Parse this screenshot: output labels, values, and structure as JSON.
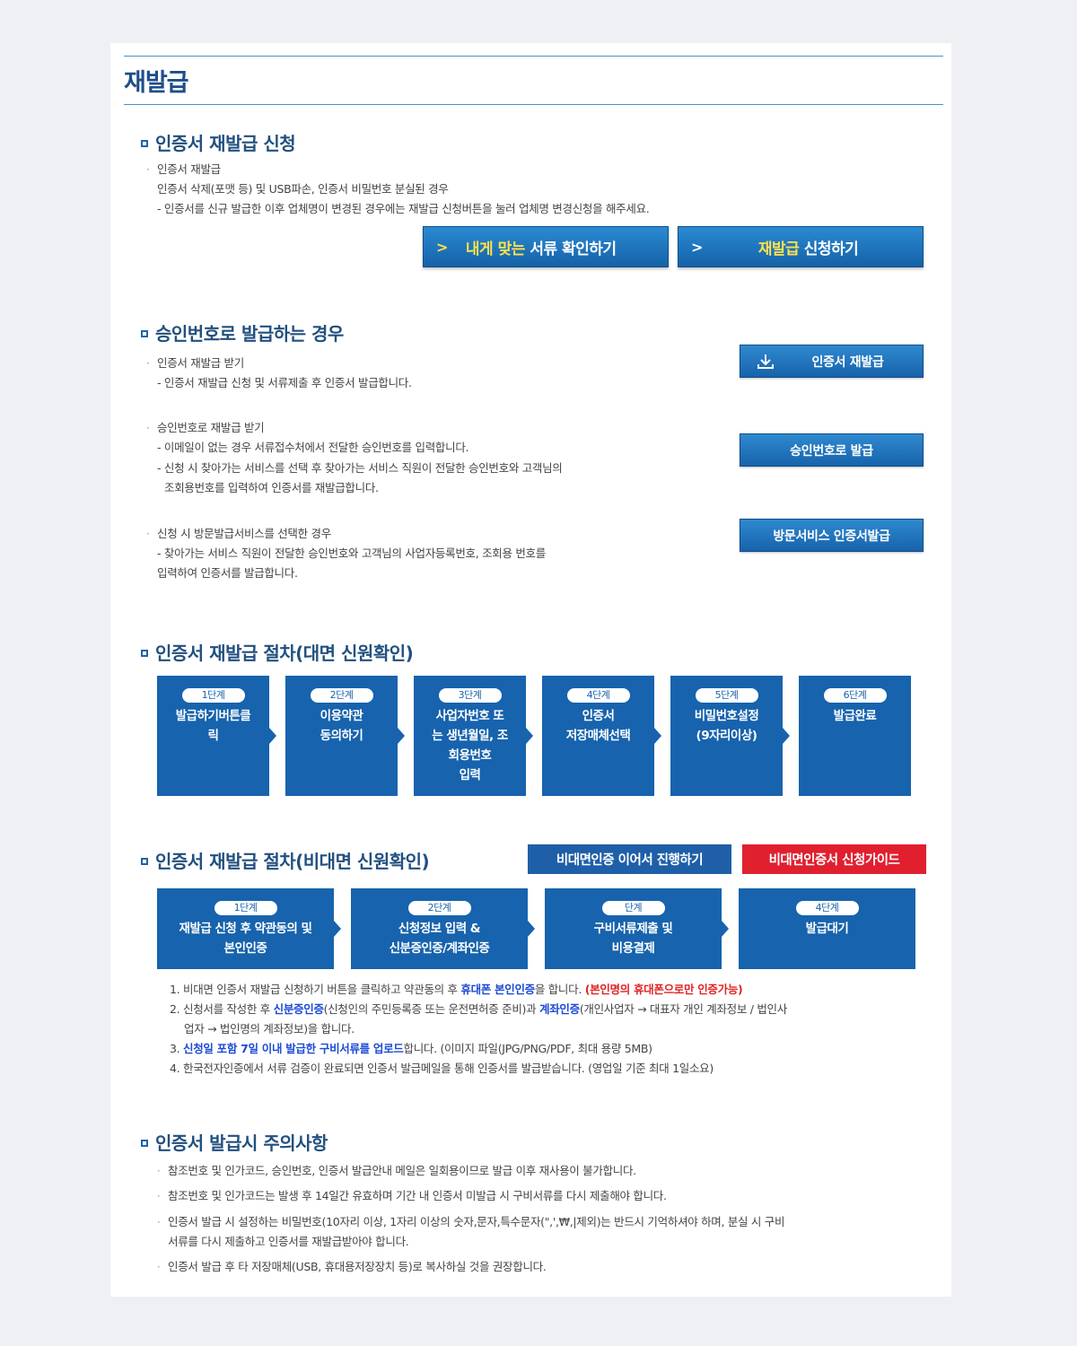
{
  "page_title": "재발급",
  "section1": {
    "title": "인증서 재발급 신청",
    "heading": "인증서 재발급",
    "line1": "인증서 삭제(포맷 등) 및 USB파손, 인증서 비밀번호 분실된 경우",
    "line2": "- 인증서를 신규 발급한 이후 업체명이 변경된 경우에는 재발급 신청버튼을 눌러 업체명 변경신청을 해주세요.",
    "btn_docs_hl": "내게 맞는",
    "btn_docs_rest": "서류 확인하기",
    "btn_apply_hl": "재발급",
    "btn_apply_rest": "신청하기"
  },
  "section2": {
    "title": "승인번호로 발급하는 경우",
    "item1_head": "인증서 재발급 받기",
    "item1_l1": "- 인증서 재발급 신청 및 서류제출 후 인증서 발급합니다.",
    "item1_btn": "인증서 재발급",
    "item2_head": "승인번호로 재발급 받기",
    "item2_l1": "- 이메일이 없는 경우 서류접수처에서 전달한 승인번호를 입력합니다.",
    "item2_l2": "- 신청 시 찾아가는 서비스를 선택 후 찾아가는 서비스 직원이 전달한 승인번호와 고객님의",
    "item2_l3": "조회용번호를 입력하여 인증서를 재발급합니다.",
    "item2_btn": "승인번호로 발급",
    "item3_head": "신청 시 방문발급서비스를 선택한 경우",
    "item3_l1": "- 찾아가는 서비스 직원이 전달한 승인번호와 고객님의 사업자등록번호, 조회용 번호를",
    "item3_l2": "입력하여 인증서를 발급합니다.",
    "item3_btn": "방문서비스 인증서발급"
  },
  "section3": {
    "title": "인증서 재발급 절차(대면 신원확인)",
    "steps": [
      {
        "label": "1단계",
        "l1": "발급하기버튼클",
        "l2": "릭",
        "l3": "",
        "l4": ""
      },
      {
        "label": "2단계",
        "l1": "이용약관",
        "l2": "동의하기",
        "l3": "",
        "l4": ""
      },
      {
        "label": "3단계",
        "l1": "사업자번호 또",
        "l2": "는 생년월일, 조",
        "l3": "회용번호",
        "l4": "입력"
      },
      {
        "label": "4단계",
        "l1": "인증서",
        "l2": "저장매체선택",
        "l3": "",
        "l4": ""
      },
      {
        "label": "5단계",
        "l1": "비밀번호설정",
        "l2": "(9자리이상)",
        "l3": "",
        "l4": ""
      },
      {
        "label": "6단계",
        "l1": "발급완료",
        "l2": "",
        "l3": "",
        "l4": ""
      }
    ]
  },
  "section4": {
    "title": "인증서 재발급 절차(비대면 신원확인)",
    "btn_continue": "비대면인증 이어서 진행하기",
    "btn_guide": "비대면인증서 신청가이드",
    "steps": [
      {
        "label": "1단계",
        "l1": "재발급 신청 후 약관동의 및",
        "l2": "본인인증"
      },
      {
        "label": "2단계",
        "l1": "신청정보 입력 &",
        "l2": "신분증인증/계좌인증"
      },
      {
        "label": "단계",
        "l1": "구비서류제출 및",
        "l2": "비용결제"
      },
      {
        "label": "4단계",
        "l1": "발급대기",
        "l2": ""
      }
    ],
    "n1_a": "1. 비대면 인증서 재발급 신청하기 버튼을 클릭하고 약관동의 후",
    "n1_b": "휴대폰 본인인증",
    "n1_c": "을 합니다.",
    "n1_d": "(본인명의 휴대폰으로만 인증가능)",
    "n2_a": "2. 신청서를 작성한 후",
    "n2_b": "신분증인증",
    "n2_c": "(신청인의 주민등록증 또는 운전면허증 준비)과",
    "n2_d": "계좌인증",
    "n2_e": "(개인사업자 → 대표자 개인 계좌정보 / 법인사",
    "n2_f": "업자 → 법인명의 계좌정보)을 합니다.",
    "n3_a": "3.",
    "n3_b": "신청일 포함 7일 이내 발급한 구비서류를 업로드",
    "n3_c": "합니다. (이미지 파일(JPG/PNG/PDF, 최대 용량 5MB)",
    "n4": "4. 한국전자인증에서 서류 검증이 완료되면 인증서 발급메일을 통해 인증서를 발급받습니다. (영업일 기준 최대 1일소요)"
  },
  "section5": {
    "title": "인증서 발급시 주의사항",
    "b1": "참조번호 및 인가코드, 승인번호, 인증서 발급안내 메일은 일회용이므로 발급 이후 재사용이 불가합니다.",
    "b2": "참조번호 및 인가코드는 발생 후 14일간 유효하며 기간 내 인증서 미발급 시 구비서류를 다시 제출해야 합니다.",
    "b3_l1": "인증서 발급 시 설정하는 비밀번호(10자리 이상, 1자리 이상의 숫자,문자,특수문자(\",',₩,|제외)는 반드시 기억하셔야 하며, 분실 시 구비",
    "b3_l2": "서류를 다시 제출하고 인증서를 재발급받아야 합니다.",
    "b4": "인증서 발급 후 타 저장매체(USB, 휴대용저장장치 등)로 복사하실 것을 권장합니다."
  },
  "colors": {
    "primary_blue": "#1763ad",
    "title_blue": "#1d4e8a",
    "accent_yellow": "#ffe14a",
    "guide_red": "#e0202f",
    "continue_blue": "#1f5fa8"
  },
  "icons": {
    "bullet": "square-bullet-icon",
    "chevron": "chevron-right-icon",
    "download": "download-icon",
    "step_arrow": "arrow-right-icon"
  }
}
